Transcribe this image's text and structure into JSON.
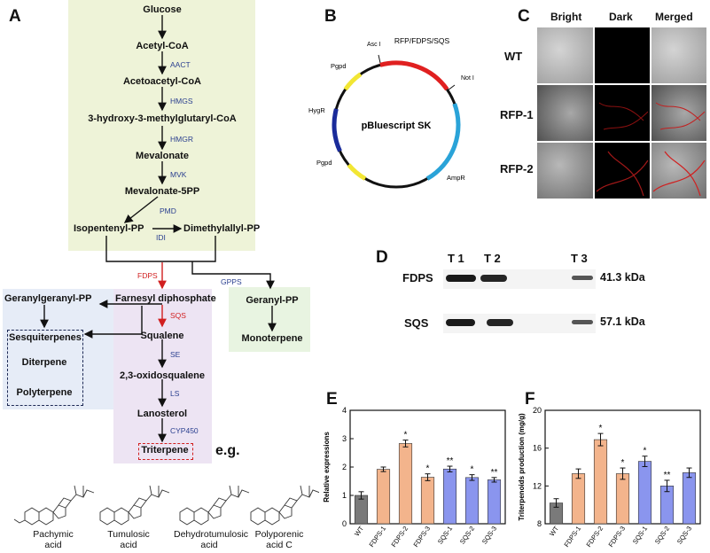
{
  "panel_a": {
    "label": "A",
    "metabolites": {
      "glucose": "Glucose",
      "acetyl_coa": "Acetyl-CoA",
      "acetoacetyl_coa": "Acetoacetyl-CoA",
      "hmg_coa": "3-hydroxy-3-methylglutaryl-CoA",
      "mevalonate": "Mevalonate",
      "mevalonate_5pp": "Mevalonate-5PP",
      "ipp": "Isopentenyl-PP",
      "dmapp": "Dimethylallyl-PP",
      "fpp": "Farnesyl diphosphate",
      "ggpp": "Geranylgeranyl-PP",
      "gpp": "Geranyl-PP",
      "monoterpene": "Monoterpene",
      "sesquiterpenes": "Sesquiterpenes",
      "diterpene": "Diterpene",
      "polyterpene": "Polyterpene",
      "squalene": "Squalene",
      "oxidosqualene": "2,3-oxidosqualene",
      "lanosterol": "Lanosterol",
      "triterpene": "Triterpene"
    },
    "enzymes": {
      "aact": "AACT",
      "hmgs": "HMGS",
      "hmgr": "HMGR",
      "mvk": "MVK",
      "pmd": "PMD",
      "idi": "IDI",
      "fdps": "FDPS",
      "gpps": "GPPS",
      "sqs": "SQS",
      "se": "SE",
      "ls": "LS",
      "cyp450": "CYP450"
    },
    "eg": "e.g.",
    "compounds": [
      "Pachymic acid",
      "Tumulosic acid",
      "Dehydrotumulosic acid",
      "Polyporenic acid C"
    ]
  },
  "panel_b": {
    "label": "B",
    "plasmid_name": "pBluescript SK",
    "features": {
      "rfp": "RFP/FDPS/SQS",
      "asc": "Asc I",
      "not": "Not I",
      "pgpd_top": "Pgpd",
      "hygr": "HygR",
      "pgpd_bottom": "Pgpd",
      "ampr": "AmpR"
    },
    "colors": {
      "rfp": "#e02020",
      "pgpd": "#f2e634",
      "hygr": "#1a2b9a",
      "ampr": "#2aa3d8"
    }
  },
  "panel_c": {
    "label": "C",
    "columns": [
      "Bright",
      "Dark",
      "Merged"
    ],
    "rows": [
      "WT",
      "RFP-1",
      "RFP-2"
    ]
  },
  "panel_d": {
    "label": "D",
    "lanes": [
      "T 1",
      "T 2",
      "T 3"
    ],
    "rows": [
      {
        "protein": "FDPS",
        "size": "41.3 kDa"
      },
      {
        "protein": "SQS",
        "size": "57.1 kDa"
      }
    ]
  },
  "chart_data": [
    {
      "type": "bar",
      "panel": "E",
      "categories": [
        "WT",
        "FDPS-1",
        "FDPS-2",
        "FDPS-3",
        "SQS-1",
        "SQS-2",
        "SQS-3"
      ],
      "values": [
        1.0,
        1.92,
        2.83,
        1.64,
        1.93,
        1.63,
        1.55
      ],
      "errors": [
        0.13,
        0.08,
        0.12,
        0.12,
        0.1,
        0.1,
        0.08
      ],
      "significance": [
        "",
        "",
        "*",
        "*",
        "**",
        "*",
        "**"
      ],
      "ylabel": "Relative expressions",
      "ylim": [
        0,
        4
      ],
      "yticks": [
        0,
        1,
        2,
        3,
        4
      ],
      "colors": [
        "#7a7a7a",
        "#f3b48c",
        "#f3b48c",
        "#f3b48c",
        "#8a95ee",
        "#8a95ee",
        "#8a95ee"
      ]
    },
    {
      "type": "bar",
      "panel": "F",
      "categories": [
        "WT",
        "FDPS-1",
        "FDPS-2",
        "FDPS-3",
        "SQS-1",
        "SQS-2",
        "SQS-3"
      ],
      "values": [
        10.2,
        13.3,
        16.9,
        13.3,
        14.6,
        12.0,
        13.4
      ],
      "errors": [
        0.45,
        0.5,
        0.65,
        0.6,
        0.55,
        0.6,
        0.5
      ],
      "significance": [
        "",
        "",
        "*",
        "*",
        "*",
        "**",
        ""
      ],
      "ylabel": "Triterpenoids production (mg/g)",
      "ylim": [
        8,
        20
      ],
      "yticks": [
        8,
        12,
        16,
        20
      ],
      "colors": [
        "#7a7a7a",
        "#f3b48c",
        "#f3b48c",
        "#f3b48c",
        "#8a95ee",
        "#8a95ee",
        "#8a95ee"
      ]
    }
  ]
}
